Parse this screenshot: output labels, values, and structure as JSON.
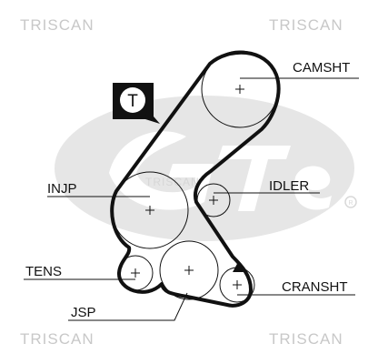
{
  "brand": {
    "top_left": "TRISCAN",
    "top_right": "TRISCAN",
    "bottom_left": "TRISCAN",
    "bottom_right": "TRISCAN",
    "watermark_center": "TRISCAN"
  },
  "tension_badge": {
    "letter": "T"
  },
  "components": {
    "camshaft": "CAMSHT",
    "injection_pump": "INJP",
    "idler": "IDLER",
    "tensioner": "TENS",
    "crankshaft": "CRANSHT",
    "jsp": "JSP"
  },
  "colors": {
    "belt": "#111111",
    "watermark": "#e3e3e3",
    "brand_text": "#c8c8c8"
  }
}
